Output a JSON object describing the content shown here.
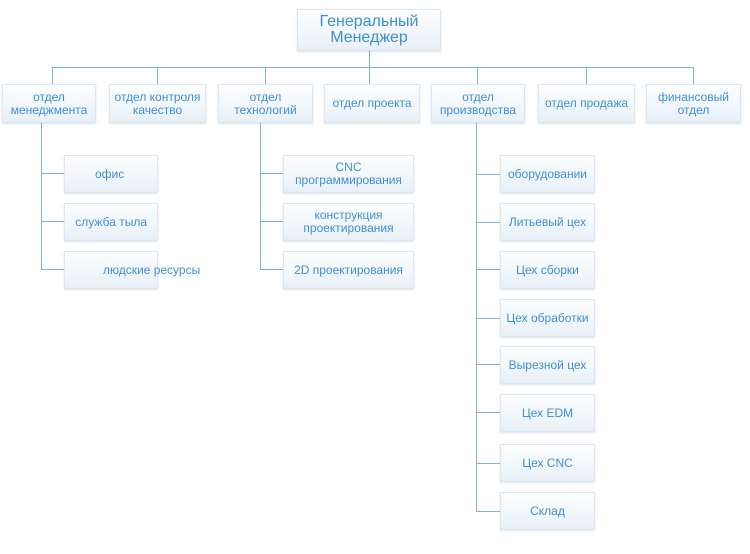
{
  "root": "Генеральный\nМенеджер",
  "departments": [
    "отдел\nменеджмента",
    "отдел контроля\nкачество",
    "отдел\nтехнологий",
    "отдел проекта",
    "отдел\nпроизводства",
    "отдел продажа",
    "финансовый\nотдел"
  ],
  "management": [
    "офис",
    "служба тыла",
    "людские ресурсы"
  ],
  "technology": [
    "CNC\nпрограммирования",
    "конструкция\nпроектирования",
    "2D проектирования"
  ],
  "production": [
    "оборудовании",
    "Литьевый цех",
    "Цех сборки",
    "Цех обработки",
    "Вырезной цех",
    "Цех EDM",
    "Цех CNC",
    "Склад"
  ]
}
